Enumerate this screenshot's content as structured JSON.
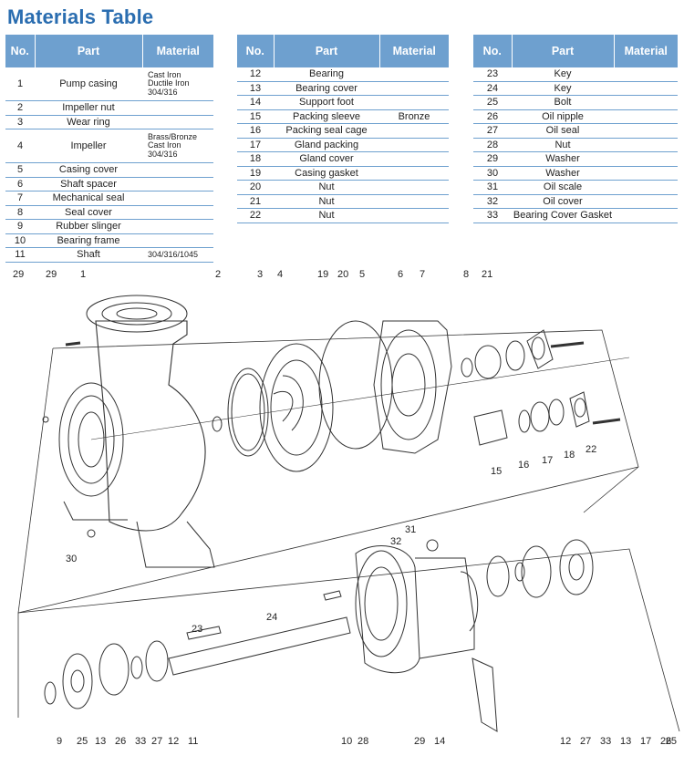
{
  "title": "Materials Table",
  "headers": {
    "no": "No.",
    "part": "Part",
    "material": "Material"
  },
  "table1": [
    {
      "no": "1",
      "part": "Pump casing",
      "material": [
        "Cast Iron",
        "Ductile Iron",
        "304/316"
      ]
    },
    {
      "no": "2",
      "part": "Impeller nut",
      "material": []
    },
    {
      "no": "3",
      "part": "Wear ring",
      "material": []
    },
    {
      "no": "4",
      "part": "Impeller",
      "material": [
        "Brass/Bronze",
        "Cast Iron",
        "304/316"
      ]
    },
    {
      "no": "5",
      "part": "Casing cover",
      "material": []
    },
    {
      "no": "6",
      "part": "Shaft spacer",
      "material": []
    },
    {
      "no": "7",
      "part": "Mechanical seal",
      "material": []
    },
    {
      "no": "8",
      "part": "Seal cover",
      "material": []
    },
    {
      "no": "9",
      "part": "Rubber slinger",
      "material": []
    },
    {
      "no": "10",
      "part": "Bearing frame",
      "material": []
    },
    {
      "no": "11",
      "part": "Shaft",
      "material": [
        "304/316/1045"
      ]
    }
  ],
  "table2": [
    {
      "no": "12",
      "part": "Bearing",
      "material": ""
    },
    {
      "no": "13",
      "part": "Bearing cover",
      "material": ""
    },
    {
      "no": "14",
      "part": "Support foot",
      "material": ""
    },
    {
      "no": "15",
      "part": "Packing sleeve",
      "material": "Bronze"
    },
    {
      "no": "16",
      "part": "Packing seal cage",
      "material": ""
    },
    {
      "no": "17",
      "part": "Gland packing",
      "material": ""
    },
    {
      "no": "18",
      "part": "Gland cover",
      "material": ""
    },
    {
      "no": "19",
      "part": "Casing gasket",
      "material": ""
    },
    {
      "no": "20",
      "part": "Nut",
      "material": ""
    },
    {
      "no": "21",
      "part": "Nut",
      "material": ""
    },
    {
      "no": "22",
      "part": "Nut",
      "material": ""
    }
  ],
  "table3": [
    {
      "no": "23",
      "part": "Key",
      "material": ""
    },
    {
      "no": "24",
      "part": "Key",
      "material": ""
    },
    {
      "no": "25",
      "part": "Bolt",
      "material": ""
    },
    {
      "no": "26",
      "part": "Oil nipple",
      "material": ""
    },
    {
      "no": "27",
      "part": "Oil seal",
      "material": ""
    },
    {
      "no": "28",
      "part": "Nut",
      "material": ""
    },
    {
      "no": "29",
      "part": "Washer",
      "material": ""
    },
    {
      "no": "30",
      "part": "Washer",
      "material": ""
    },
    {
      "no": "31",
      "part": "Oil scale",
      "material": ""
    },
    {
      "no": "32",
      "part": "Oil cover",
      "material": ""
    },
    {
      "no": "33",
      "part": "Bearing Cover Gasket",
      "material": ""
    }
  ],
  "diagram": {
    "callouts_top": [
      "29",
      "29",
      "1",
      "2",
      "3",
      "4",
      "19",
      "20",
      "5",
      "6",
      "7",
      "8",
      "21"
    ],
    "callouts_top_right": [
      "15",
      "16",
      "17",
      "18",
      "22"
    ],
    "callouts_left": [
      "30"
    ],
    "callouts_mid": [
      "31",
      "32",
      "24",
      "23"
    ],
    "callouts_bottom": [
      "9",
      "25",
      "13",
      "26",
      "33",
      "27",
      "12",
      "11",
      "10",
      "28",
      "29",
      "14",
      "12",
      "27",
      "33",
      "13",
      "17",
      "26",
      "25"
    ]
  }
}
